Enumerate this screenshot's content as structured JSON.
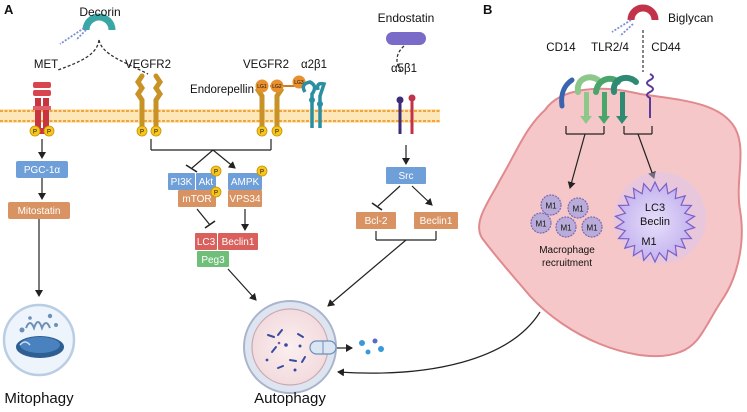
{
  "panels": {
    "a": "A",
    "b": "B"
  },
  "ligands": {
    "decorin": "Decorin",
    "endostatin": "Endostatin",
    "biglycan": "Biglycan"
  },
  "receptors": {
    "met": "MET",
    "vegfr2_left": "VEGFR2",
    "vegfr2_right": "VEGFR2",
    "endorepellin": "Endorepellin",
    "a2b1": "α2β1",
    "a5b1": "α5β1",
    "cd14": "CD14",
    "tlr": "TLR2/4",
    "cd44": "CD44"
  },
  "domains": {
    "lg1": "LG1",
    "lg2": "LG2",
    "lg3": "LG3"
  },
  "phospho": "P",
  "boxes": {
    "pgc": "PGC-1α",
    "mitostatin": "Mitostatin",
    "pi3k": "PI3K",
    "akt": "Akt",
    "mtor": "mTOR",
    "ampk": "AMPK",
    "vps34": "VPS34",
    "lc3": "LC3",
    "beclin1": "Beclin1",
    "peg3": "Peg3",
    "src": "Src",
    "bcl2": "Bcl-2",
    "beclin1_right": "Beclin1"
  },
  "cell": {
    "m1": "M1",
    "recruitment_line1": "Macrophage",
    "recruitment_line2": "recruitment",
    "nucleus_line1": "LC3",
    "nucleus_line2": "Beclin",
    "nucleus_line3": "M1"
  },
  "outcomes": {
    "mitophagy": "Mitophagy",
    "autophagy": "Autophagy"
  },
  "colors": {
    "membrane": "#f0a63c",
    "blue_box": "#6f9fd8",
    "orange_box": "#d99262",
    "red_box": "#d9605c",
    "green_box": "#6fbf7a",
    "cell_fill": "#f6c7c9",
    "cell_stroke": "#e08a8e",
    "teal": "#56b4b8",
    "purple": "#6c58b8",
    "crimson": "#c2334a"
  }
}
